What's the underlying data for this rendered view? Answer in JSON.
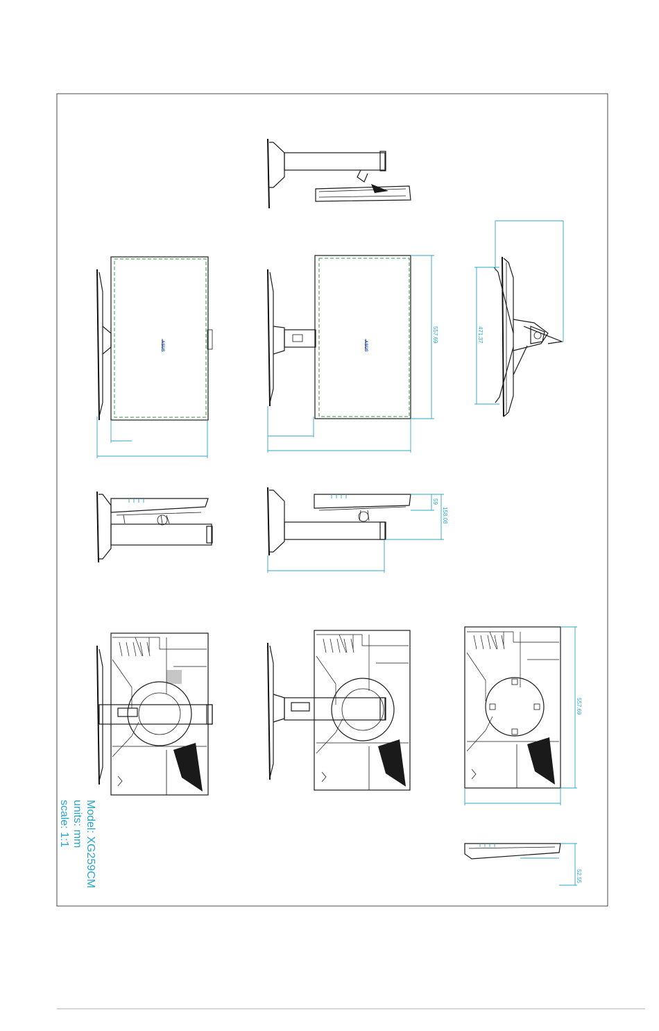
{
  "caption": {
    "model": "Model: XG259CM",
    "units": "units: mm",
    "scale": "scale: 1:1"
  },
  "dimensions": {
    "height_front": "557.69",
    "height_side": "471.37",
    "depth_small": "59",
    "depth_full": "158.08",
    "height_back": "557.69",
    "depth_bottom": "52.55"
  },
  "screen_logo": "ASUS",
  "colors": {
    "dimension": "#2aa5c9",
    "screen_border": "#2a9a3a",
    "logo": "#1f5fd6",
    "line": "#1a1a1a"
  }
}
